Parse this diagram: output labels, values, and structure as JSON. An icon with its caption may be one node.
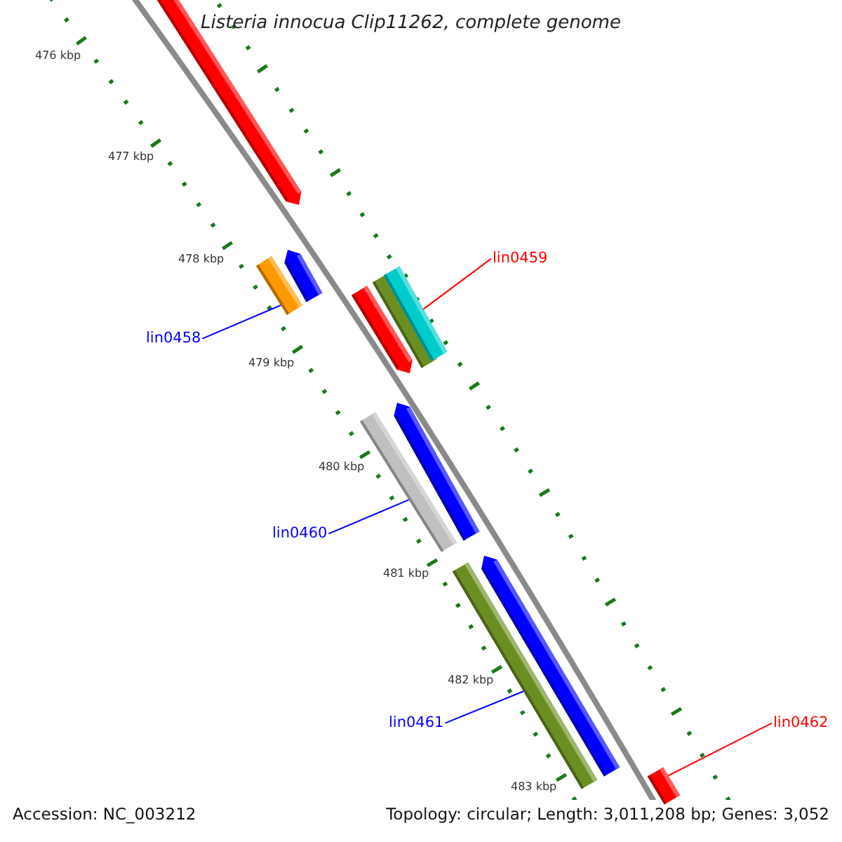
{
  "diagram": {
    "title": "Listeria innocua Clip11262, complete genome",
    "nodes": [
      {
        "text": [],
        "shape": "bar"
      },
      {
        "text": [],
        "shape": "bar"
      },
      {
        "text": [],
        "shape": "bar"
      },
      {
        "text": [],
        "shape": "bar"
      },
      {
        "text": [],
        "shape": "bar"
      },
      {
        "text": [],
        "shape": "bar"
      },
      {
        "text": [
          "lin0459"
        ]
      },
      {
        "text": [
          "lin0458"
        ]
      },
      {
        "text": [],
        "shape": "bar"
      },
      {
        "text": [],
        "shape": "bar"
      },
      {
        "text": [
          "lin0460"
        ]
      },
      {
        "text": [],
        "shape": "bar"
      },
      {
        "text": [],
        "shape": "bar"
      },
      {
        "text": [
          "lin0461"
        ]
      },
      {
        "text": [
          "lin0462"
        ]
      },
      {
        "text": [],
        "shape": "bar"
      }
    ],
    "edges": [
      {
        "from": 6,
        "to": 5,
        "arrow": "none",
        "color": "#ff0000"
      },
      {
        "from": 7,
        "to": 2,
        "arrow": "none"
      },
      {
        "from": 10,
        "to": 8,
        "arrow": "none"
      },
      {
        "from": 13,
        "to": 11,
        "arrow": "none"
      },
      {
        "from": 14,
        "to": 15,
        "arrow": "none",
        "color": "#ff0000"
      }
    ],
    "labels": [
      "476 kbp",
      "477 kbp",
      "478 kbp",
      "479 kbp",
      "480 kbp",
      "481 kbp",
      "482 kbp",
      "483 kbp",
      "Accession: NC_003212",
      "Topology: circular; Length: 3,011,208 bp; Genes: 3,052"
    ]
  }
}
